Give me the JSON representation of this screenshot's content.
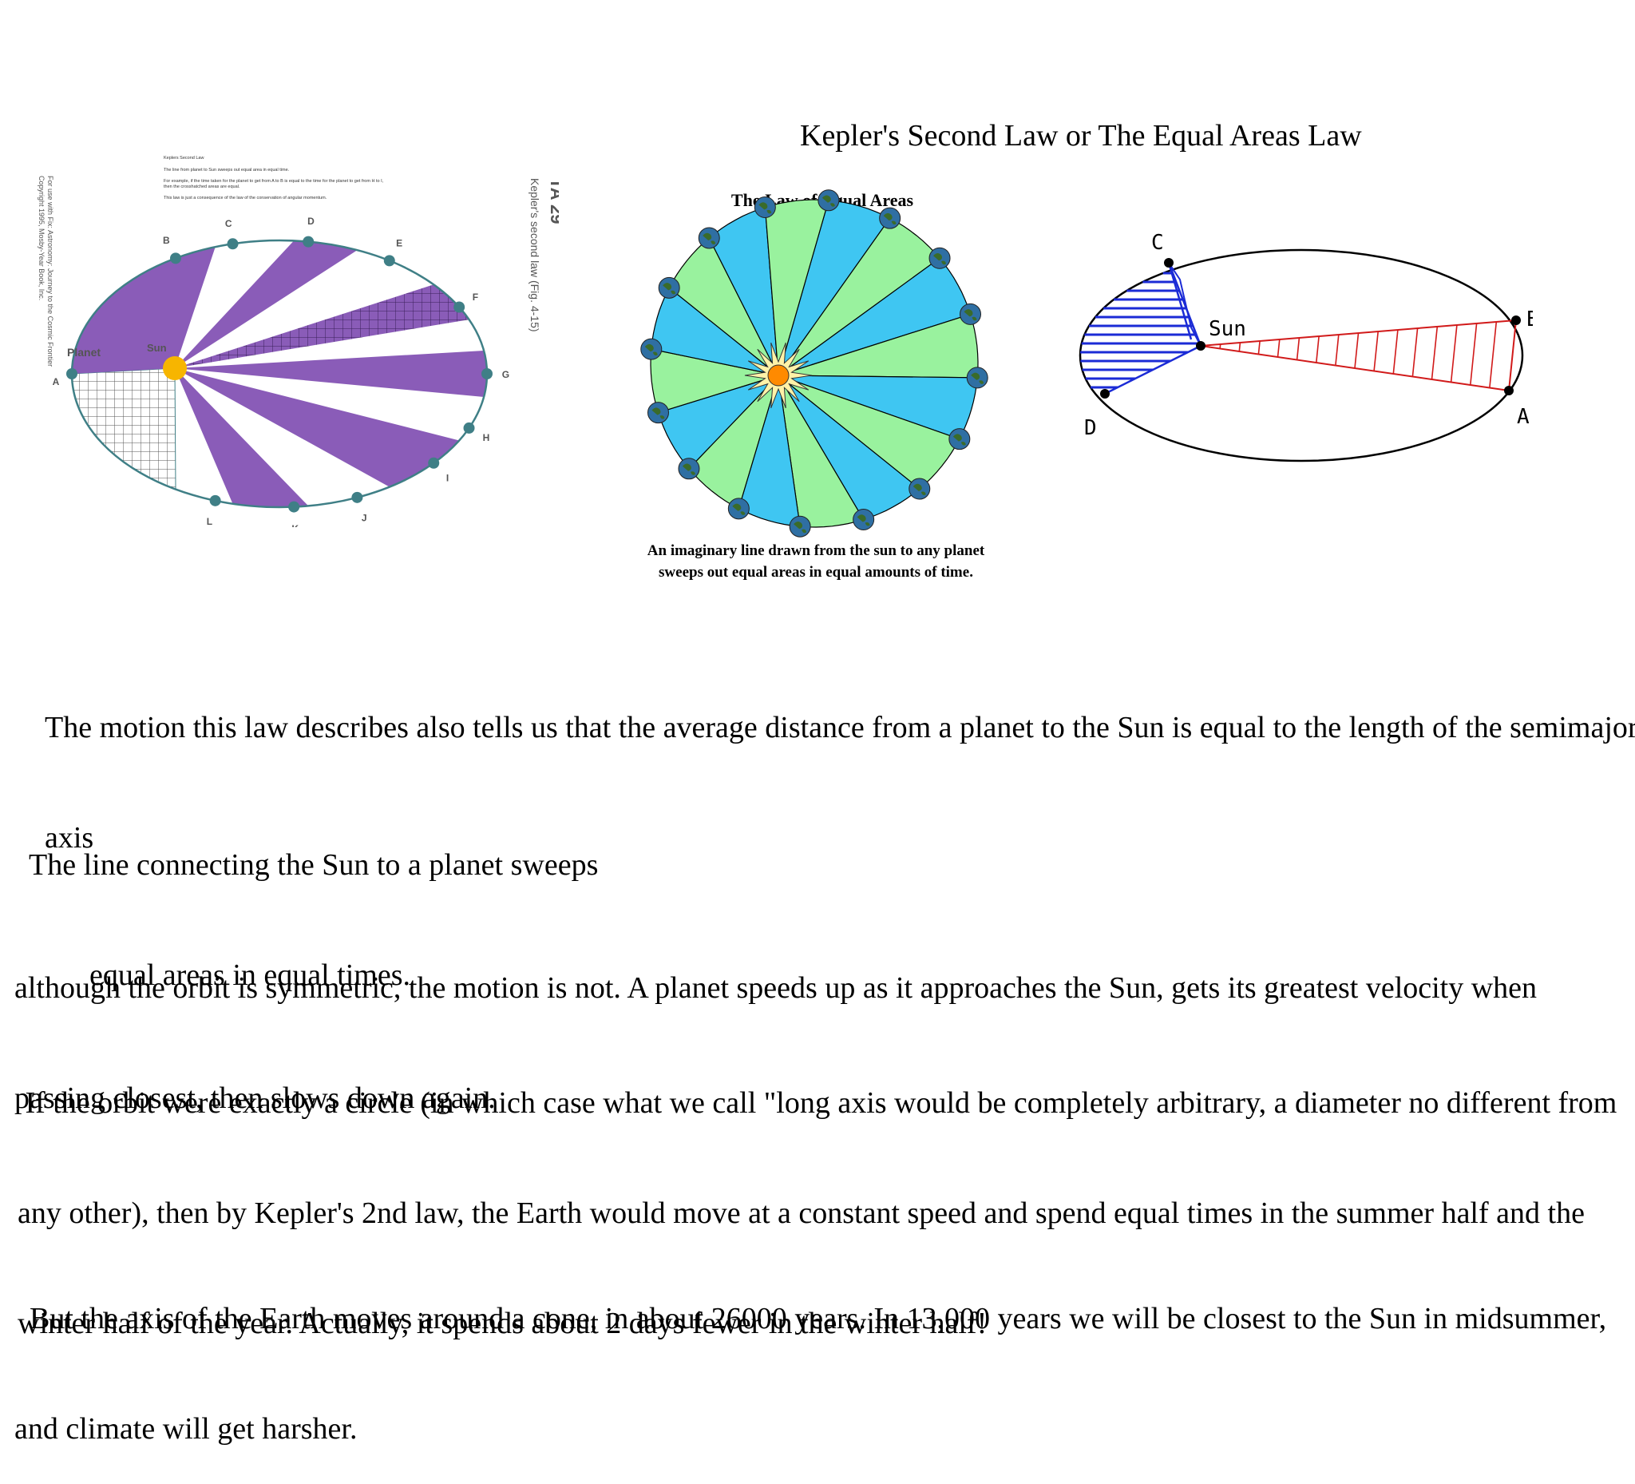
{
  "slide": {
    "title": "Kepler's Second Law or The Equal Areas Law"
  },
  "figure1": {
    "header_title": "Keplers Second Law",
    "header_line1": "The line from planet to Sun sweeps out equal area in equal time.",
    "header_line2a": "For example, if the time taken for the planet to get from A to B is equal to the time for the planet to get from H to I,",
    "header_line2b": "then the crosshatched areas are equal.",
    "header_line3": "This law is just a consequence of the law of the conservation of angular momentum.",
    "side_left_1": "For use with Fix: Astronomy: Journey to the Cosmic Frontier",
    "side_left_2": "Copyright 1995, Mosby-Year Book, Inc.",
    "side_right_ta": "TA 29",
    "side_right_caption": "Kepler's second law (Fig. 4-15)",
    "planet_label": "Planet",
    "sun_label": "Sun",
    "points": [
      "A",
      "B",
      "C",
      "D",
      "E",
      "F",
      "G",
      "H",
      "I",
      "J",
      "K",
      "L"
    ],
    "colors": {
      "sector": "#8a5cb8",
      "orbit": "#3f7f86",
      "sun": "#f7b500"
    }
  },
  "figure2": {
    "title": "The Law of Equal Areas",
    "caption_line1": "An imaginary line drawn from the sun to any planet",
    "caption_line2": "sweeps out equal areas in equal amounts of time.",
    "colors": {
      "blue": "#3fc6f2",
      "green": "#99f29e",
      "sun": "#ff8a00"
    }
  },
  "figure3": {
    "labels": {
      "a": "A",
      "b": "B",
      "c": "C",
      "d": "D",
      "sun": "Sun"
    },
    "colors": {
      "blue": "#1b2bd6",
      "red": "#d11a1a"
    }
  },
  "paragraphs": {
    "semimajor_line1": "The motion this law describes also tells us that the average distance from a planet to the Sun is equal to the length of the semimajor",
    "semimajor_line2": "axis",
    "line_sweeps_1": "The line connecting the Sun to a planet sweeps",
    "line_sweeps_2": "        equal areas in equal times.",
    "symmetric_1": "although the orbit is symmetric, the motion is not. A planet speeds up as it approaches the Sun, gets its greatest velocity when",
    "symmetric_2": "passing closest, then slows down again.",
    "circle_1": " If the orbit were exactly a circle (in which case what we call \"long axis would be completely arbitrary, a diameter no different from",
    "circle_2": "any other), then by Kepler's 2nd law, the Earth would move at a constant speed and spend equal times in the summer half and the",
    "circle_3": "winter half of the year. Actually, it spends about 2 days fewer in the winter half!",
    "cone_1": "  But the axis of the Earth moves around a cone, in about 26000 years. In 13,000 years we will be closest to the Sun in midsummer,",
    "cone_2": "and climate will get harsher."
  }
}
